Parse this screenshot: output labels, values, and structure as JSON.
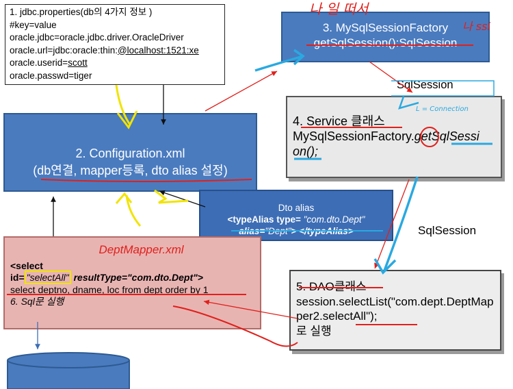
{
  "props": {
    "lines": [
      "1.    jdbc.properties(db의 4가지 정보 )",
      "#key=value",
      "oracle.jdbc=oracle.jdbc.driver.OracleDriver",
      "oracle.url=jdbc:oracle:thin:",
      "@localhost:1521:xe",
      "oracle.userid=",
      "scott",
      "oracle.passwd=tiger"
    ]
  },
  "factory": {
    "line1": "3. MySqlSessionFactory",
    "line2": "getSqlSession():SqlSession"
  },
  "session_label_top": "SqlSession",
  "service": {
    "line1": "4. Service 클래스",
    "line2": "MySqlSessionFactory.",
    "method": "getSqlSessi",
    "method2": "on();"
  },
  "config": {
    "line1": "2. Configuration.xml",
    "line2": "(db연결,  mapper등록,  dto alias 설정)"
  },
  "alias": {
    "title": "Dto alias",
    "line2_start": "<typeAlias type= ",
    "line2_type": "\"com.dto.Dept\"",
    "line3_attr": "alias=",
    "line3_val": "\"Dept\"",
    "line3_end": "> </typeAlias>"
  },
  "session_label_right": "SqlSession",
  "mapper": {
    "title": "DeptMapper.xml",
    "l1": "<select",
    "l2_id": "id=",
    "l2_sel": "\"selectAll\"",
    "l2_rest": " resultType=\"com.dto.Dept\">",
    "l3": "select deptno, dname, loc  from dept order by 1",
    "l4": "6. Sql문 실행"
  },
  "dao": {
    "l1": "5. DAO클래스",
    "l2_a": "session.selectList(\"com.dept.DeptMapper2.",
    "l2_b": "selectAll",
    "l2_c": "\");",
    "l3": "로 실행"
  },
  "handwriting": {
    "top_red": "나 일 떠서",
    "top_red_right": "나 ssi",
    "connection_note": "L = Connection"
  },
  "colors": {
    "box_blue": "#4a7bbf",
    "mapper_pink": "#e8b4b2",
    "annot_red": "#e0201b",
    "annot_cyan": "#2aa9e0",
    "annot_yellow": "#f1e400"
  }
}
